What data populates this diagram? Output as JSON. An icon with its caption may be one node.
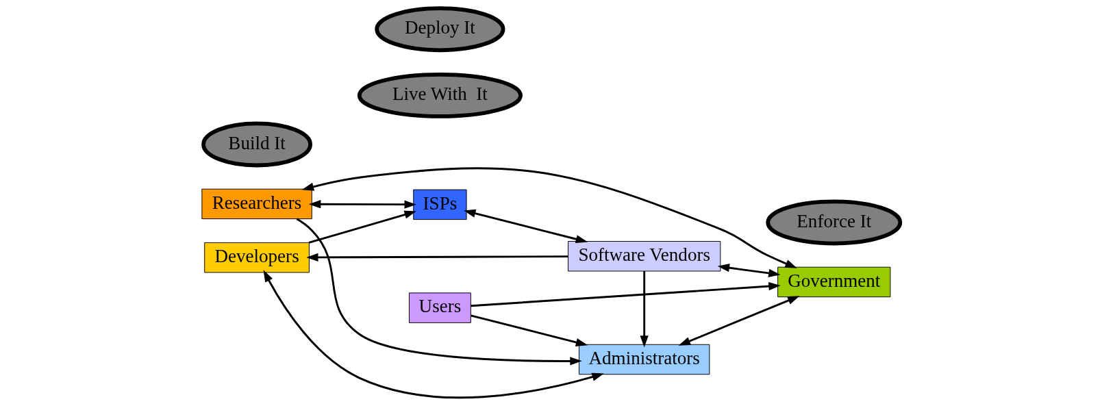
{
  "diagram": {
    "nodes": [
      {
        "text": [
          "Researchers"
        ]
      },
      {
        "text": [
          "ISPs"
        ]
      },
      {
        "text": [
          "Software Vendors"
        ]
      },
      {
        "text": [
          "Users"
        ]
      },
      {
        "text": [
          "Live With  It"
        ]
      },
      {
        "text": [
          "Build It"
        ]
      },
      {
        "text": [
          "Deploy It"
        ]
      },
      {
        "text": [
          "Developers"
        ]
      },
      {
        "text": [
          "Administrators"
        ]
      },
      {
        "text": [
          "Government"
        ]
      },
      {
        "text": [
          "Enforce It"
        ]
      }
    ],
    "edges": [
      {
        "from": 0,
        "to": 1,
        "arrow": "both"
      },
      {
        "from": 1,
        "to": 2,
        "arrow": "both"
      },
      {
        "from": 0,
        "to": 9,
        "arrow": "both"
      },
      {
        "from": 7,
        "to": 1,
        "arrow": "to"
      },
      {
        "from": 0,
        "to": 8,
        "arrow": "to"
      },
      {
        "from": 2,
        "to": 8,
        "arrow": "to"
      },
      {
        "from": 2,
        "to": 7,
        "arrow": "to"
      },
      {
        "from": 7,
        "to": 8,
        "arrow": "both"
      },
      {
        "from": 8,
        "to": 9,
        "arrow": "both"
      },
      {
        "from": 2,
        "to": 9,
        "arrow": "both"
      },
      {
        "from": 3,
        "to": 9,
        "arrow": "to"
      },
      {
        "from": 3,
        "to": 8,
        "arrow": "to"
      }
    ]
  }
}
